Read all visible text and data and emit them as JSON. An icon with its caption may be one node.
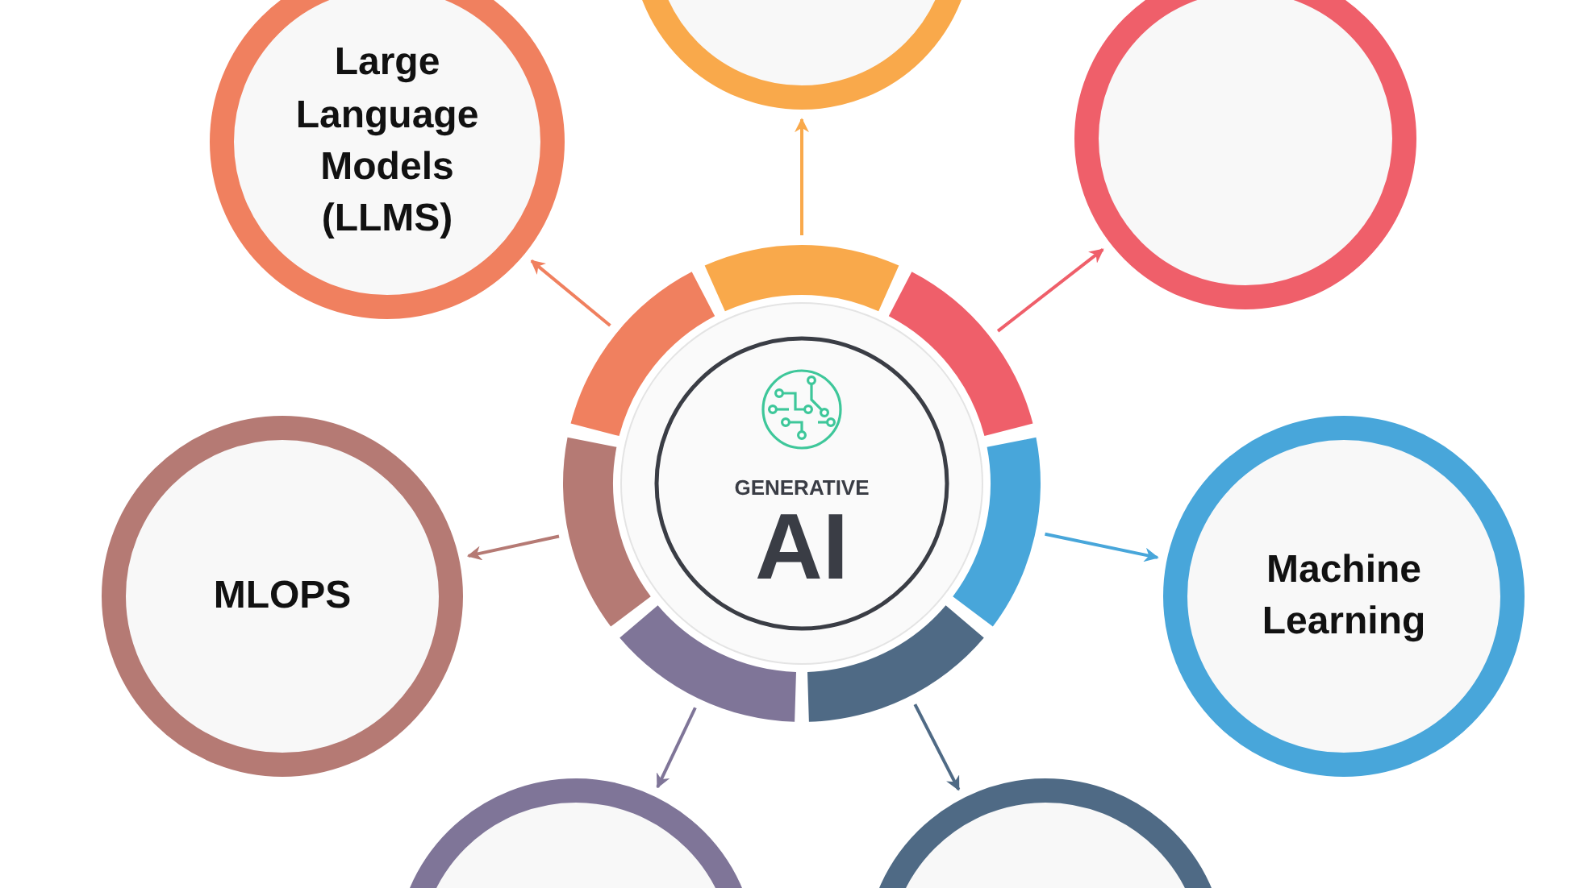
{
  "diagram": {
    "nodes": [
      {
        "text": [
          "GENERATIVE",
          "AI"
        ]
      },
      {
        "text": [],
        "shape": "circle"
      },
      {
        "text": [
          "Large Language Models (LLMS)"
        ]
      },
      {
        "text": [],
        "shape": "circle"
      },
      {
        "text": [
          "MLOPS"
        ]
      },
      {
        "text": [
          "Machine Learning"
        ]
      },
      {
        "text": [],
        "shape": "circle"
      },
      {
        "text": [],
        "shape": "circle"
      }
    ],
    "edges": [
      {
        "from": 0,
        "to": 1,
        "arrow": "to",
        "color": "#f9a94b"
      },
      {
        "from": 0,
        "to": 2,
        "arrow": "to",
        "color": "#f0805f"
      },
      {
        "from": 0,
        "to": 3,
        "arrow": "to",
        "color": "#ef5f6a"
      },
      {
        "from": 0,
        "to": 4,
        "arrow": "to",
        "color": "#b57a74"
      },
      {
        "from": 0,
        "to": 5,
        "arrow": "to",
        "color": "#48a6da"
      },
      {
        "from": 0,
        "to": 6,
        "arrow": "to",
        "color": "#7f7598"
      },
      {
        "from": 0,
        "to": 7,
        "arrow": "to",
        "color": "#4f6a85"
      }
    ]
  }
}
